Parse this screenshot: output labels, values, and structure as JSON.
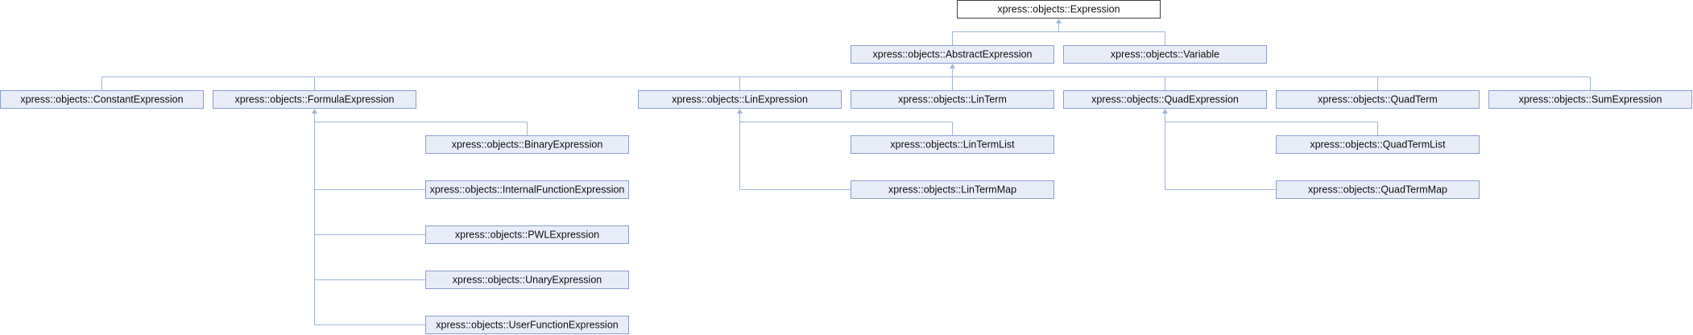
{
  "diagram": {
    "nodes": [
      {
        "id": "expression",
        "label": "xpress::objects::Expression",
        "root": true
      },
      {
        "id": "abstract-expression",
        "label": "xpress::objects::AbstractExpression"
      },
      {
        "id": "variable",
        "label": "xpress::objects::Variable"
      },
      {
        "id": "constant-expression",
        "label": "xpress::objects::ConstantExpression"
      },
      {
        "id": "formula-expression",
        "label": "xpress::objects::FormulaExpression"
      },
      {
        "id": "lin-expression",
        "label": "xpress::objects::LinExpression"
      },
      {
        "id": "lin-term",
        "label": "xpress::objects::LinTerm"
      },
      {
        "id": "quad-expression",
        "label": "xpress::objects::QuadExpression"
      },
      {
        "id": "quad-term",
        "label": "xpress::objects::QuadTerm"
      },
      {
        "id": "sum-expression",
        "label": "xpress::objects::SumExpression"
      },
      {
        "id": "binary-expression",
        "label": "xpress::objects::BinaryExpression"
      },
      {
        "id": "internal-function-expression",
        "label": "xpress::objects::InternalFunctionExpression"
      },
      {
        "id": "pwl-expression",
        "label": "xpress::objects::PWLExpression"
      },
      {
        "id": "unary-expression",
        "label": "xpress::objects::UnaryExpression"
      },
      {
        "id": "user-function-expression",
        "label": "xpress::objects::UserFunctionExpression"
      },
      {
        "id": "lin-term-list",
        "label": "xpress::objects::LinTermList"
      },
      {
        "id": "lin-term-map",
        "label": "xpress::objects::LinTermMap"
      },
      {
        "id": "quad-term-list",
        "label": "xpress::objects::QuadTermList"
      },
      {
        "id": "quad-term-map",
        "label": "xpress::objects::QuadTermMap"
      }
    ],
    "edges": [
      {
        "from": "abstract-expression",
        "to": "expression"
      },
      {
        "from": "variable",
        "to": "expression"
      },
      {
        "from": "constant-expression",
        "to": "abstract-expression"
      },
      {
        "from": "formula-expression",
        "to": "abstract-expression"
      },
      {
        "from": "lin-expression",
        "to": "abstract-expression"
      },
      {
        "from": "lin-term",
        "to": "abstract-expression"
      },
      {
        "from": "quad-expression",
        "to": "abstract-expression"
      },
      {
        "from": "quad-term",
        "to": "abstract-expression"
      },
      {
        "from": "sum-expression",
        "to": "abstract-expression"
      },
      {
        "from": "binary-expression",
        "to": "formula-expression"
      },
      {
        "from": "internal-function-expression",
        "to": "formula-expression"
      },
      {
        "from": "pwl-expression",
        "to": "formula-expression"
      },
      {
        "from": "unary-expression",
        "to": "formula-expression"
      },
      {
        "from": "user-function-expression",
        "to": "formula-expression"
      },
      {
        "from": "lin-term-list",
        "to": "lin-expression"
      },
      {
        "from": "lin-term-map",
        "to": "lin-expression"
      },
      {
        "from": "quad-term-list",
        "to": "quad-expression"
      },
      {
        "from": "quad-term-map",
        "to": "quad-expression"
      }
    ]
  }
}
